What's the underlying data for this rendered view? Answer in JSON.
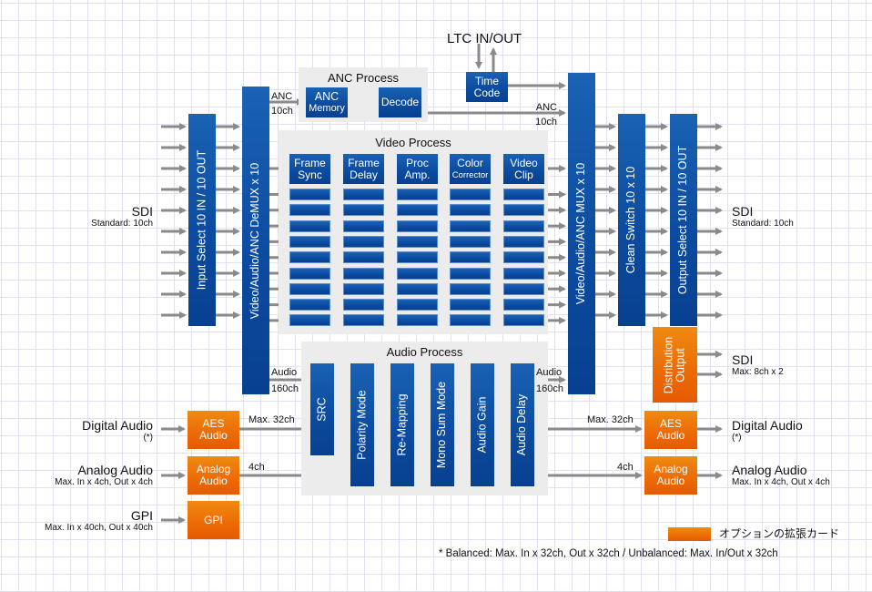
{
  "anc_process": {
    "title": "ANC Process",
    "blocks": [
      {
        "line1": "ANC",
        "line2": "Memory"
      },
      {
        "line1": "Decode"
      }
    ],
    "input_label": {
      "line1": "ANC",
      "line2": "10ch"
    },
    "output_label": {
      "line1": "ANC",
      "line2": "10ch"
    }
  },
  "ltc": {
    "label": "LTC IN/OUT",
    "block": {
      "line1": "Time",
      "line2": "Code"
    }
  },
  "video_process": {
    "title": "Video Process",
    "blocks": [
      {
        "line1": "Frame",
        "line2": "Sync"
      },
      {
        "line1": "Frame",
        "line2": "Delay"
      },
      {
        "line1": "Proc",
        "line2": "Amp."
      },
      {
        "line1": "Color",
        "line2": "Corrector"
      },
      {
        "line1": "Video",
        "line2": "Clip"
      }
    ],
    "extra_rows": 9
  },
  "audio_process": {
    "title": "Audio Process",
    "blocks": [
      "SRC",
      "Polarity Mode",
      "Re-Mapping",
      "Mono Sum Mode",
      "Audio Gain",
      "Audio Delay"
    ],
    "input_label": {
      "line1": "Audio",
      "line2": "160ch"
    },
    "output_label": {
      "line1": "Audio",
      "line2": "160ch"
    }
  },
  "main_blocks": {
    "input_select": "Input Select 10 IN / 10 OUT",
    "demux": "Video/Audio/ANC DeMUX x 10",
    "mux": "Video/Audio/ANC MUX x 10",
    "clean_switch": "Clean Switch 10 x 10",
    "output_select": "Output Select 10 IN / 10 OUT",
    "distribution": {
      "line1": "Distribution",
      "line2": "Output"
    }
  },
  "inputs": {
    "sdi": {
      "title": "SDI",
      "sub": "Standard: 10ch"
    },
    "digital_audio": {
      "title": "Digital Audio",
      "sub": "(*)",
      "card": {
        "line1": "AES",
        "line2": "Audio"
      },
      "link": "Max. 32ch"
    },
    "analog_audio": {
      "title": "Analog Audio",
      "sub": "Max. In x 4ch, Out x 4ch",
      "card": {
        "line1": "Analog",
        "line2": "Audio"
      },
      "link": "4ch"
    },
    "gpi": {
      "title": "GPI",
      "sub": "Max. In x 40ch, Out x 40ch",
      "card": "GPI"
    }
  },
  "outputs": {
    "sdi": {
      "title": "SDI",
      "sub": "Standard: 10ch"
    },
    "sdi_distribution": {
      "title": "SDI",
      "sub": "Max: 8ch x 2"
    },
    "digital_audio": {
      "title": "Digital Audio",
      "sub": "(*)",
      "card": {
        "line1": "AES",
        "line2": "Audio"
      },
      "link": "Max. 32ch"
    },
    "analog_audio": {
      "title": "Analog Audio",
      "sub": "Max. In x 4ch, Out x 4ch",
      "card": {
        "line1": "Analog",
        "line2": "Audio"
      },
      "link": "4ch"
    }
  },
  "legend": {
    "label": "オプションの拡張カード",
    "color": "#ec6a06"
  },
  "footnote": "* Balanced: Max. In x 32ch, Out x 32ch / Unbalanced: Max. In/Out x 32ch",
  "colors": {
    "block_blue": "#0b4a9e",
    "option_orange": "#ec6a06",
    "arrow_gray": "#8a8a8a",
    "panel_gray": "#ececec"
  }
}
